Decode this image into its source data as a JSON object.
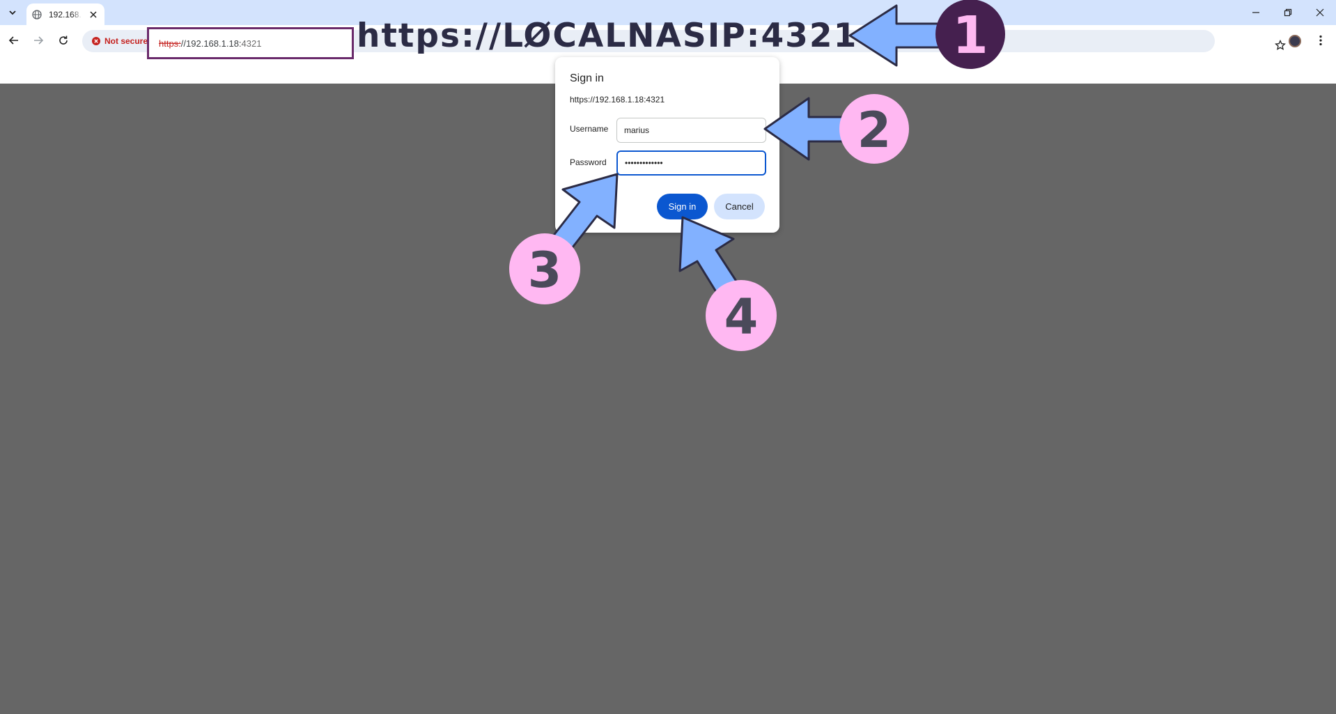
{
  "tab": {
    "title": "192.168.1.18:4321",
    "favicon": "globe-icon"
  },
  "toolbar": {
    "security_label": "Not secure",
    "url": {
      "scheme": "https:",
      "rest": "//192.168.1.18:",
      "port": "4321"
    }
  },
  "annotation": {
    "big_text": "https://LØCALNASIP:4321",
    "steps": [
      "1",
      "2",
      "3",
      "4"
    ],
    "colors": {
      "arrow": "#82b1ff",
      "badge_primary": "#45204f",
      "badge_secondary": "#ffb8f2",
      "outline": "#2b2b45"
    }
  },
  "dialog": {
    "title": "Sign in",
    "origin": "https://192.168.1.18:4321",
    "username_label": "Username",
    "username_value": "marius",
    "password_label": "Password",
    "password_value": "•••••••••••••",
    "signin_label": "Sign in",
    "cancel_label": "Cancel"
  }
}
